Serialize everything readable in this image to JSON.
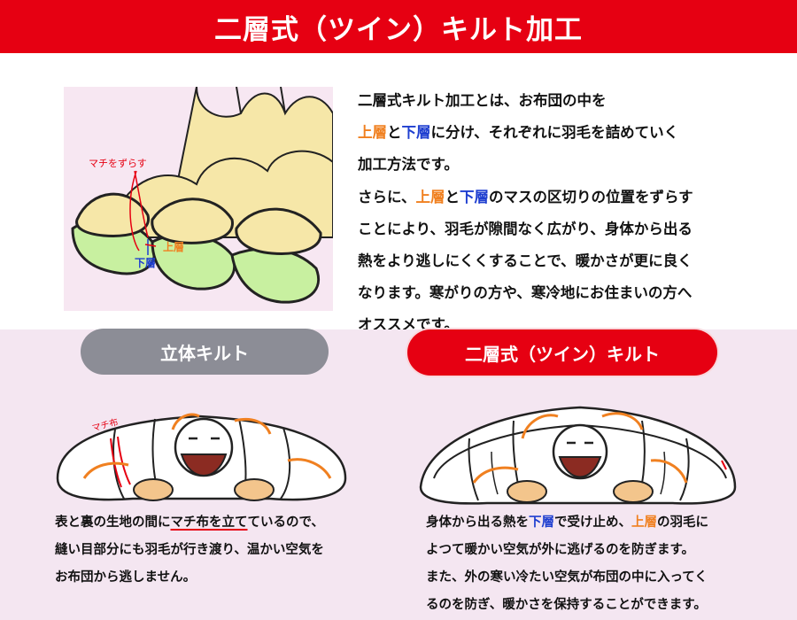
{
  "banner": {
    "title": "二層式（ツイン）キルト加工"
  },
  "top_illustration": {
    "label_gusset": "マチをずらす",
    "label_upper": "上層",
    "label_lower": "下層"
  },
  "description": {
    "line1": "二層式キルト加工とは、お布団の中を",
    "line2_upper": "上層",
    "line2_and": "と",
    "line2_lower": "下層",
    "line2_rest": "に分け、それぞれに羽毛を詰めていく",
    "line3": "加工方法です。",
    "p2_prefix": "さらに、",
    "p2_upper": "上層",
    "p2_and": "と",
    "p2_lower": "下層",
    "p2_rest": "のマスの区切りの位置をずらす",
    "p2_line2": "ことにより、羽毛が隙間なく広がり、身体から出る",
    "p2_line3": "熱をより逃しにくくすることで、暖かさが更に良く",
    "p2_line4": "なります。寒がりの方や、寒冷地にお住まいの方へ",
    "p2_line5": "オススメです。"
  },
  "left_panel": {
    "pill": "立体キルト",
    "gusset_label": "マチ布",
    "caption_line1_a": "表と裏の生地の間に",
    "caption_line1_u": "マチ布を立て",
    "caption_line1_b": "ているので、",
    "caption_line2": "縫い目部分にも羽毛が行き渡り、温かい空気を",
    "caption_line3": "お布団から逃しません。"
  },
  "right_panel": {
    "pill": "二層式（ツイン）キルト",
    "caption_line1_a": "身体から出る熱を",
    "caption_line1_lower": "下層",
    "caption_line1_b": "で受け止め、",
    "caption_line1_upper": "上層",
    "caption_line1_c": "の羽毛に",
    "caption_line2": "よつて暖かい空気が外に逃げるのを防ぎます。",
    "caption_line3": "また、外の寒い冷たい空気が布団の中に入ってく",
    "caption_line4": "るのを防ぎ、暖かさを保持することができます。"
  },
  "colors": {
    "banner_red": "#e60012",
    "upper_orange": "#f08020",
    "lower_blue": "#1f3fd0",
    "pill_gray": "#8c8d96",
    "bottom_bg": "#f4e6f1",
    "quilt_cream": "#f6e7a8",
    "quilt_green": "#c8f0a0"
  }
}
